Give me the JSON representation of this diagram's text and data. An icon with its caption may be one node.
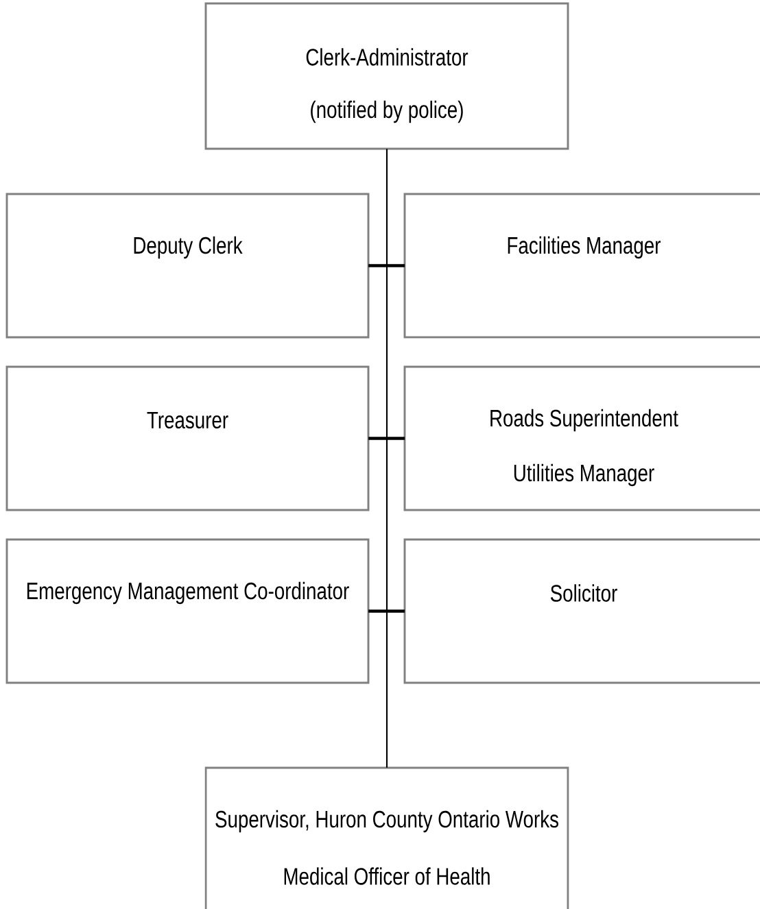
{
  "diagram": {
    "nodes": [
      {
        "text": [
          "Clerk-Administrator",
          "(notified by police)"
        ]
      },
      {
        "text": [
          "Deputy Clerk"
        ]
      },
      {
        "text": [
          "Facilities Manager"
        ]
      },
      {
        "text": [
          "Treasurer"
        ]
      },
      {
        "text": [
          "Roads Superintendent",
          "Utilities Manager"
        ]
      },
      {
        "text": [
          "Emergency Management Co-ordinator"
        ]
      },
      {
        "text": [
          "Solicitor"
        ]
      },
      {
        "text": [
          "Supervisor, Huron County Ontario Works",
          "Medical Officer of Health"
        ]
      }
    ],
    "edges": [
      {
        "from": 0,
        "to": 7,
        "arrow": "none"
      },
      {
        "from": 1,
        "to": 2,
        "arrow": "none"
      },
      {
        "from": 3,
        "to": 4,
        "arrow": "none"
      },
      {
        "from": 5,
        "to": 6,
        "arrow": "none"
      }
    ]
  }
}
